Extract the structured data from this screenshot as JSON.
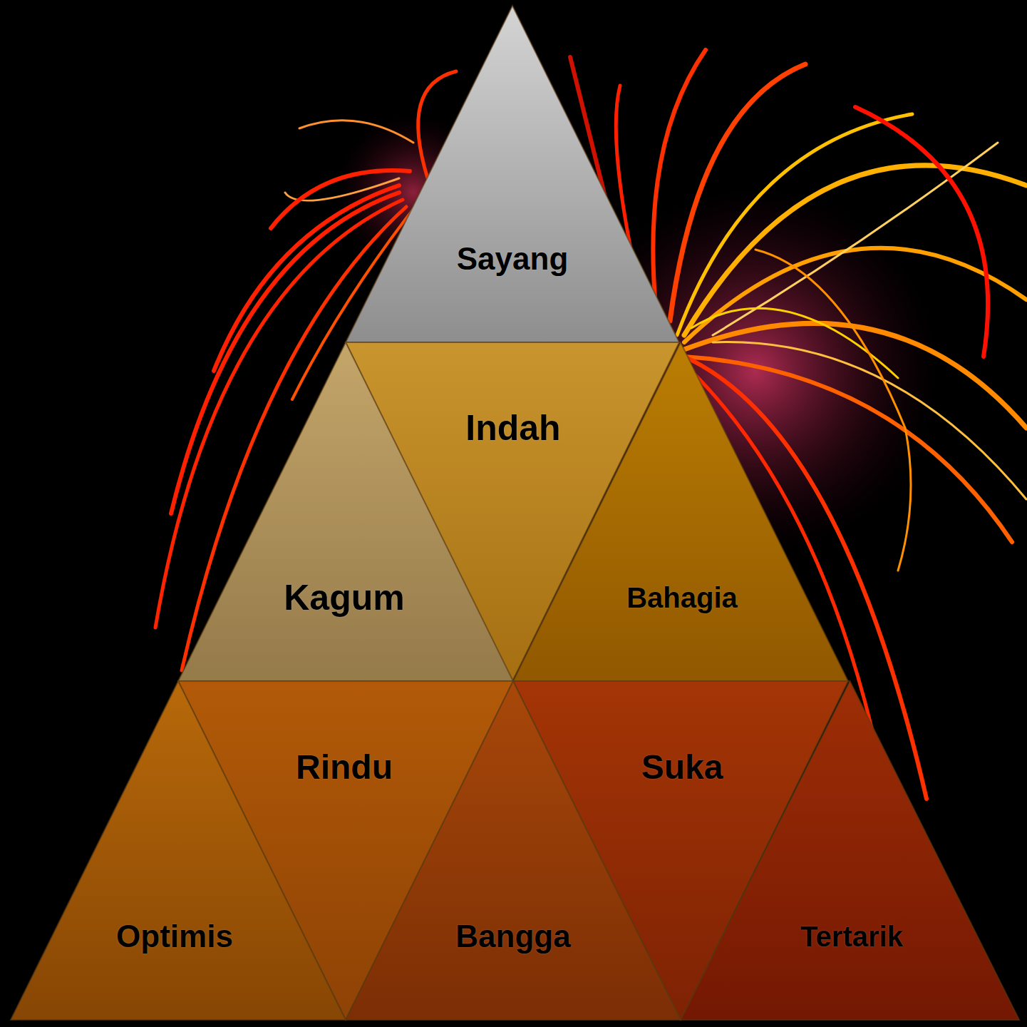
{
  "diagram": {
    "nodes": [
      {
        "text": [
          "Sayang"
        ]
      },
      {
        "text": [
          "Indah"
        ]
      },
      {
        "text": [
          "Kagum"
        ]
      },
      {
        "text": [
          "Bahagia"
        ]
      },
      {
        "text": [
          "Rindu"
        ]
      },
      {
        "text": [
          "Suka"
        ]
      },
      {
        "text": [
          "Optimis"
        ]
      },
      {
        "text": [
          "Bangga"
        ]
      },
      {
        "text": [
          "Tertarik"
        ]
      }
    ]
  }
}
